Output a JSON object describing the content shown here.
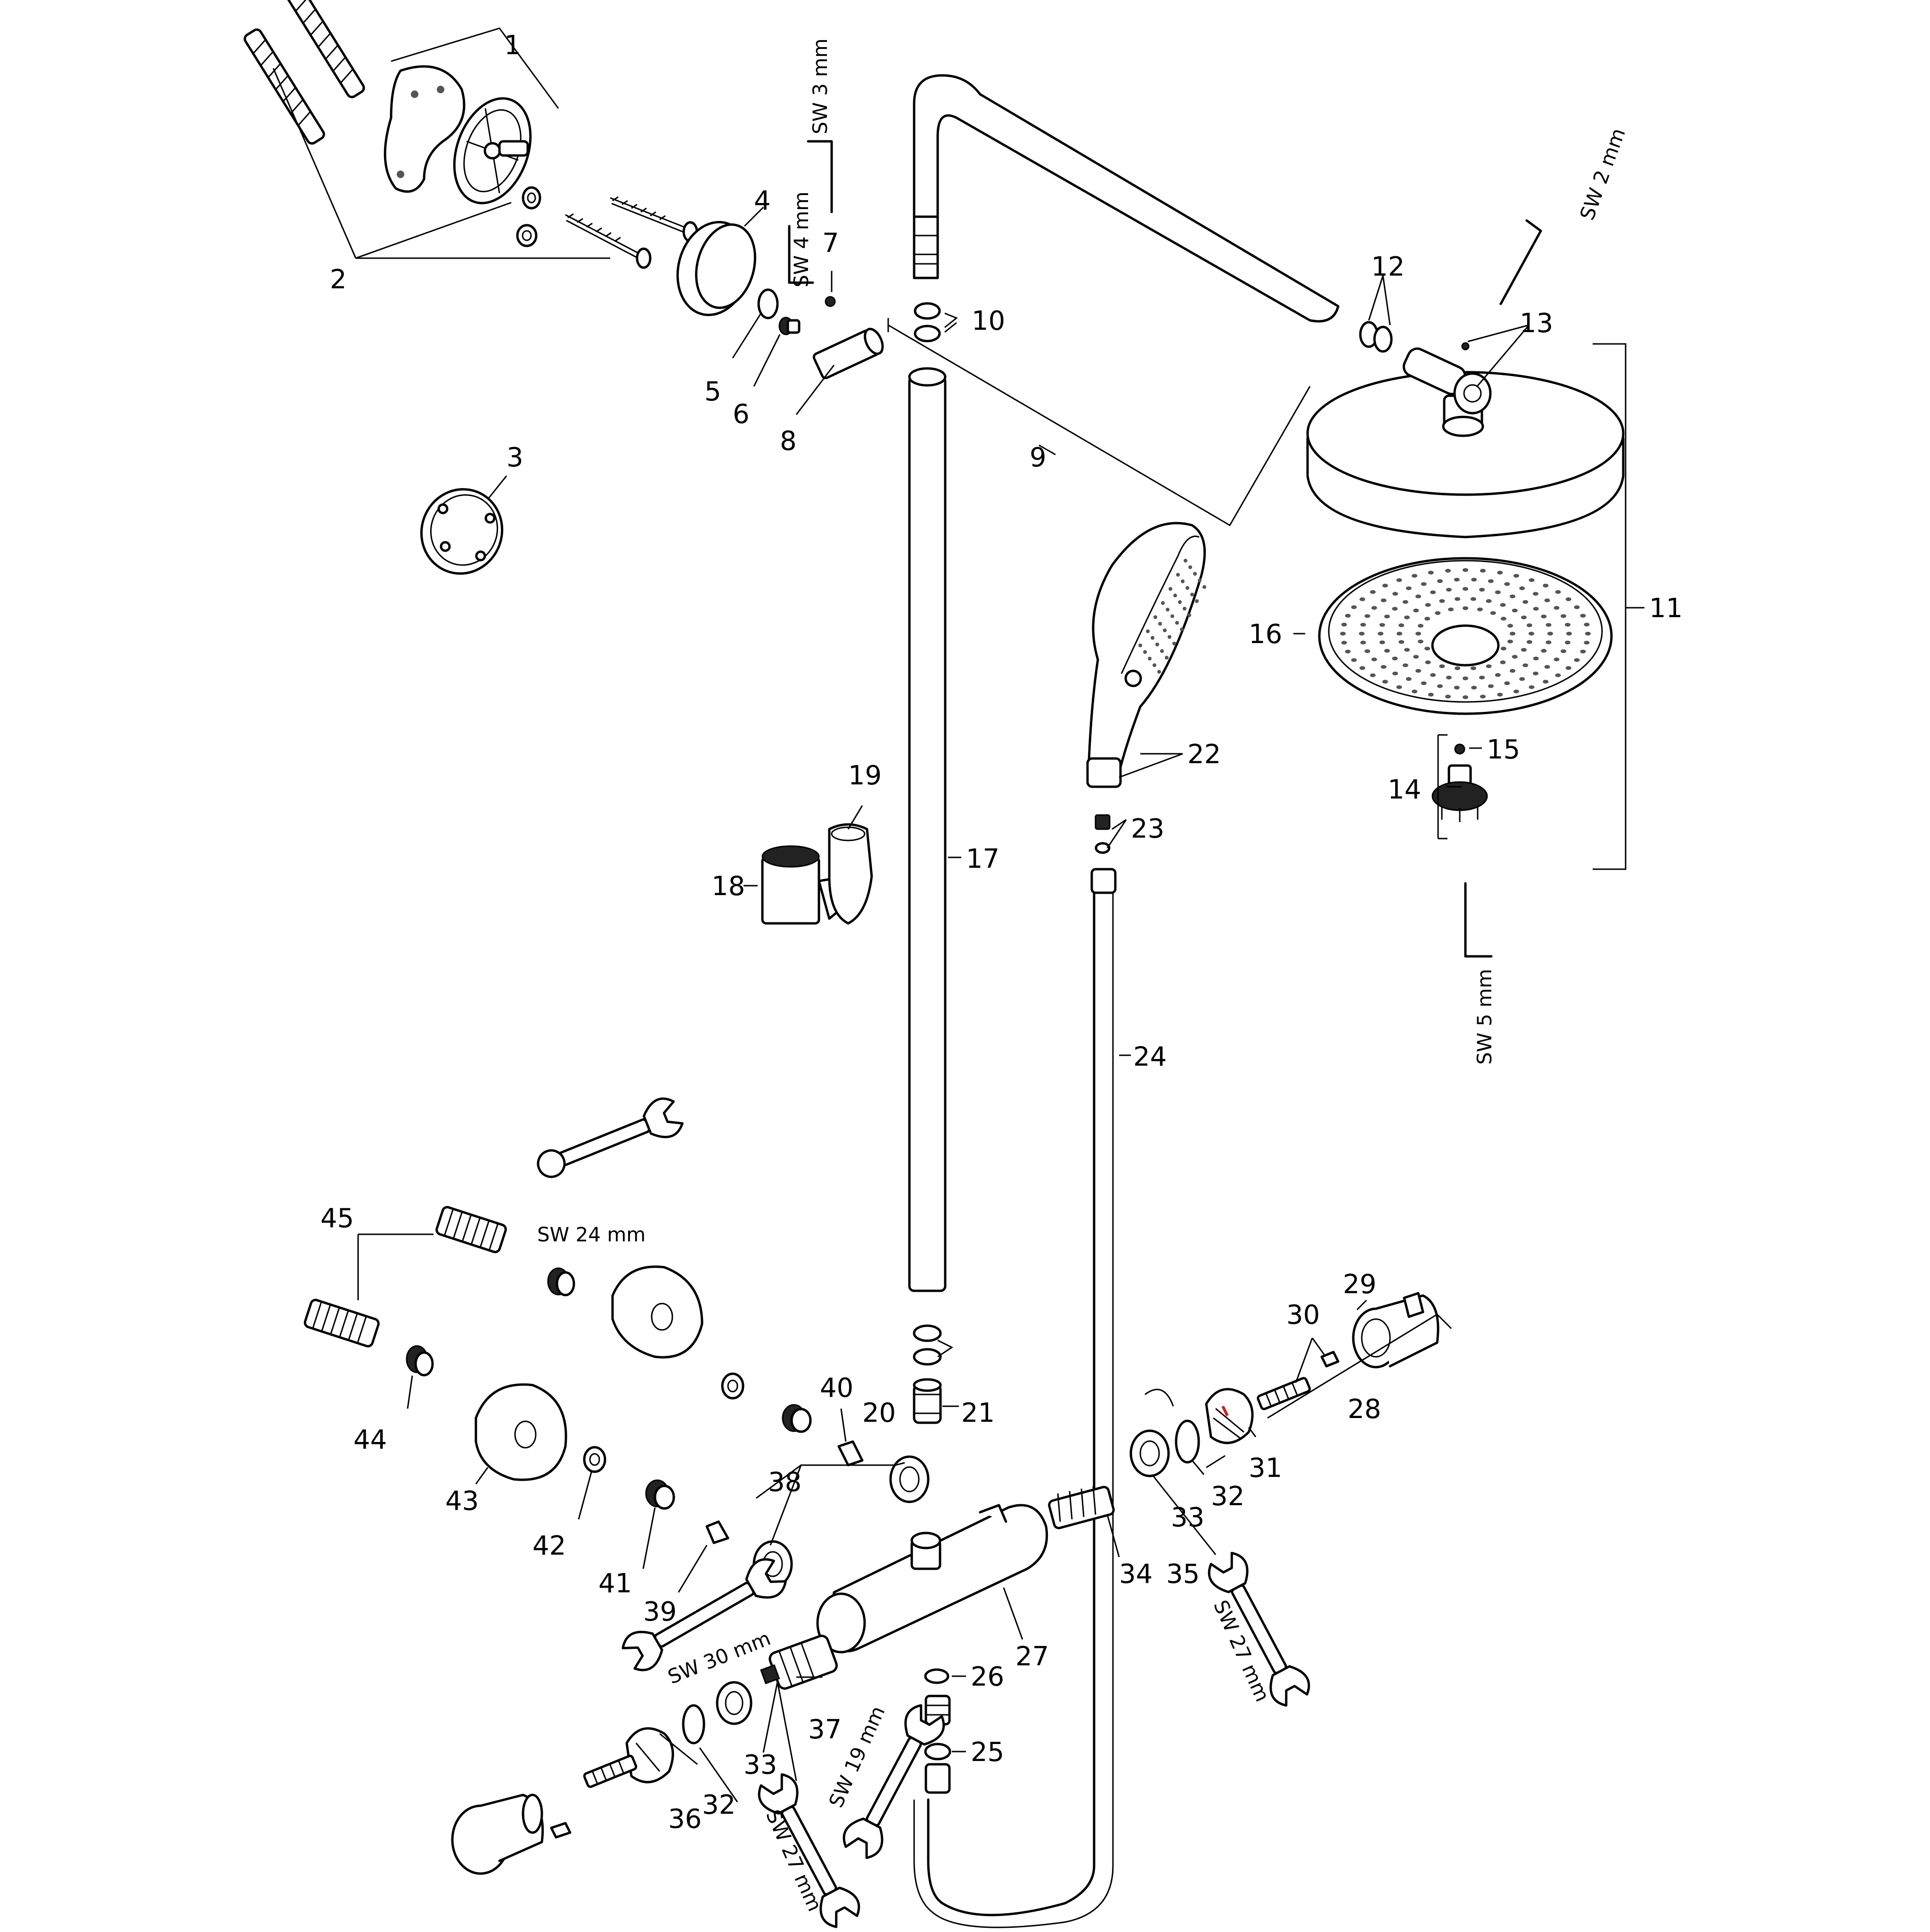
{
  "callouts": {
    "1": "1",
    "2": "2",
    "3": "3",
    "4": "4",
    "5": "5",
    "6": "6",
    "7": "7",
    "8": "8",
    "9": "9",
    "10": "10",
    "11": "11",
    "12": "12",
    "13": "13",
    "14": "14",
    "15": "15",
    "16": "16",
    "17": "17",
    "18": "18",
    "19": "19",
    "20": "20",
    "21": "21",
    "22": "22",
    "23": "23",
    "24": "24",
    "25": "25",
    "26": "26",
    "27": "27",
    "28": "28",
    "29": "29",
    "30": "30",
    "31": "31",
    "32": "32",
    "33": "33",
    "34": "34",
    "35": "35",
    "36": "36",
    "37": "37",
    "38": "38",
    "39": "39",
    "40": "40",
    "41": "41",
    "42": "42",
    "43": "43",
    "44": "44",
    "45": "45"
  },
  "tools": {
    "hex_sw3": "SW 3 mm",
    "hex_sw4": "SW 4 mm",
    "hex_sw2": "SW 2 mm",
    "hex_sw5": "SW 5 mm",
    "wrench_sw24": "SW 24 mm",
    "wrench_sw30": "SW 30 mm",
    "wrench_sw27_right": "SW 27 mm",
    "wrench_sw19": "SW 19 mm",
    "wrench_sw27_left": "SW 27 mm"
  },
  "colors": {
    "line": "#000000",
    "background": "#ffffff",
    "indicator_red": "#d22020"
  },
  "icons": [
    "hex-key-icon",
    "open-end-wrench-icon"
  ]
}
